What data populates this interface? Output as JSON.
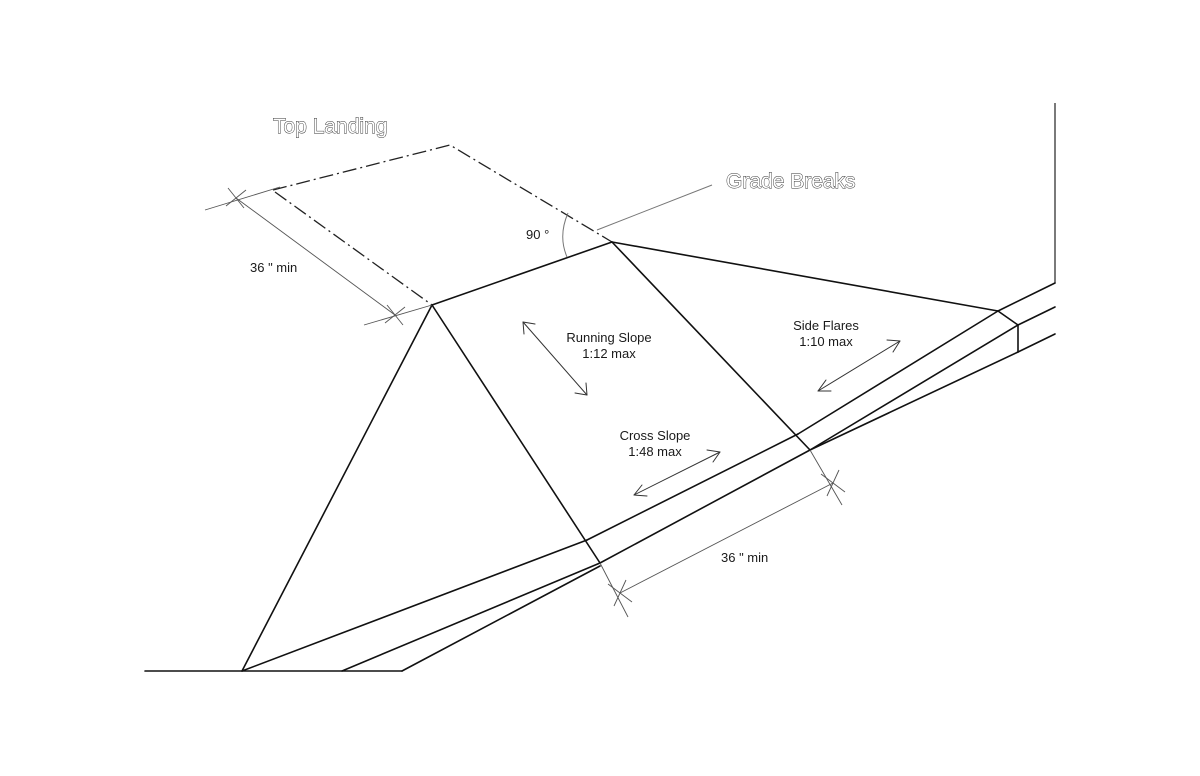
{
  "labels": {
    "top_landing": "Top Landing",
    "grade_breaks": "Grade Breaks",
    "angle": "90 °",
    "dim_top": "36 \" min",
    "running_slope_line1": "Running Slope",
    "running_slope_line2": "1:12 max",
    "side_flares_line1": "Side Flares",
    "side_flares_line2": "1:10 max",
    "cross_slope_line1": "Cross Slope",
    "cross_slope_line2": "1:48 max",
    "dim_bottom": "36 \" min"
  },
  "colors": {
    "line": "#111111",
    "text": "#1a1a1a",
    "background": "#ffffff"
  }
}
